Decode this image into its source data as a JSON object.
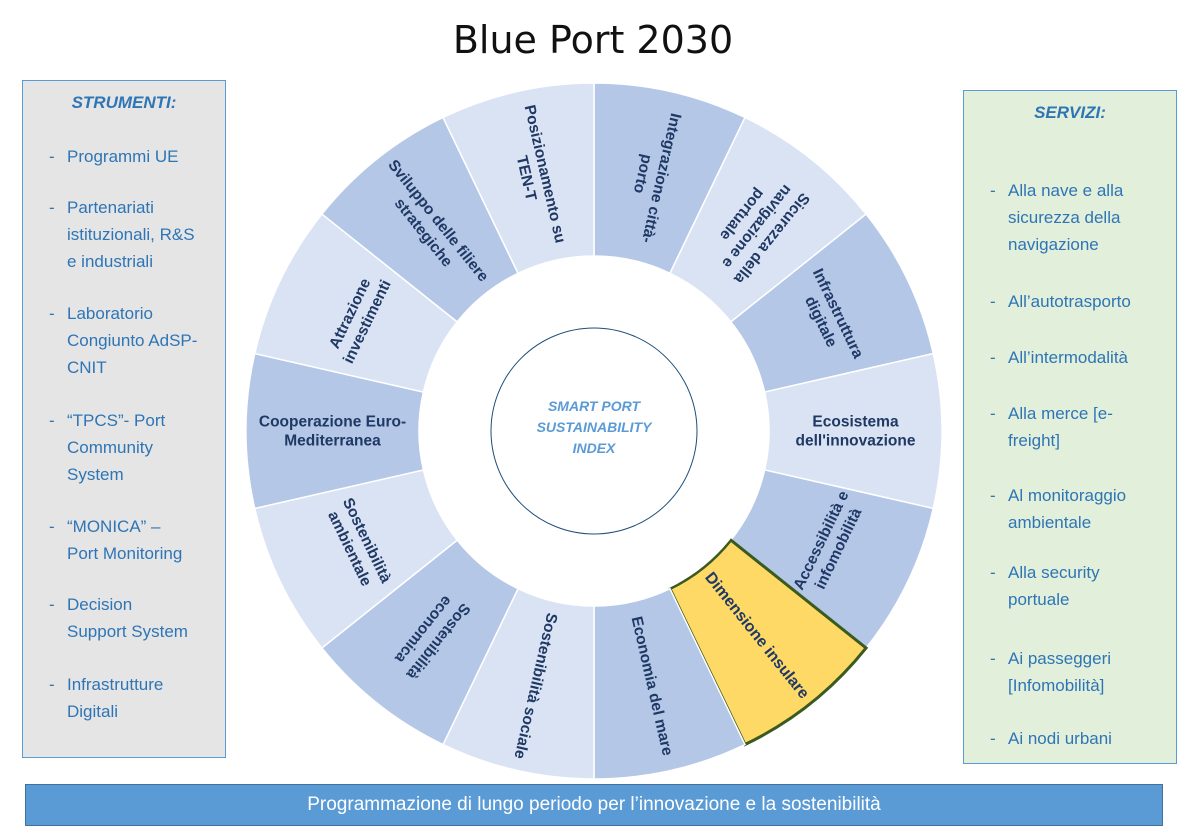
{
  "title": "Blue Port 2030",
  "left_panel": {
    "heading": "STRUMENTI:",
    "items": [
      {
        "dash": "-",
        "lines": [
          "Programmi UE"
        ]
      },
      {
        "dash": "-",
        "lines": [
          "Partenariati",
          "istituzionali, R&S",
          "e industriali"
        ]
      },
      {
        "dash": "-",
        "lines": [
          "Laboratorio",
          "Congiunto AdSP-",
          "CNIT"
        ]
      },
      {
        "dash": "-",
        "lines": [
          "“TPCS”- Port",
          "Community",
          "System"
        ]
      },
      {
        "dash": "-",
        "lines": [
          "“MONICA” –",
          "Port Monitoring"
        ]
      },
      {
        "dash": "-",
        "lines": [
          "Decision",
          "Support System"
        ]
      },
      {
        "dash": "-",
        "lines": [
          "Infrastrutture",
          "Digitali"
        ]
      }
    ]
  },
  "right_panel": {
    "heading": "SERVIZI:",
    "items": [
      {
        "dash": "-",
        "lines": [
          "Alla nave e alla",
          "sicurezza della",
          "navigazione"
        ]
      },
      {
        "dash": "-",
        "lines": [
          "All’autotrasporto"
        ]
      },
      {
        "dash": "-",
        "lines": [
          "All’intermodalità"
        ]
      },
      {
        "dash": "-",
        "lines": [
          "Alla merce [e-",
          "freight]"
        ]
      },
      {
        "dash": "-",
        "lines": [
          "Al monitoraggio",
          "ambientale"
        ]
      },
      {
        "dash": "-",
        "lines": [
          "Alla security",
          "portuale"
        ]
      },
      {
        "dash": "-",
        "lines": [
          "Ai passeggeri",
          "[Infomobilità]"
        ]
      },
      {
        "dash": "-",
        "lines": [
          "Ai nodi urbani"
        ]
      }
    ]
  },
  "center": {
    "lines": [
      "SMART PORT",
      "SUSTAINABILITY",
      "INDEX"
    ]
  },
  "segments": [
    {
      "id": "integrazione",
      "lines": [
        "Integrazione città-",
        "porto"
      ],
      "fill": "#b4c7e7",
      "rotate": "radial-in"
    },
    {
      "id": "sicurezza",
      "lines": [
        "Sicurezza della",
        "navigazione e",
        "portuale"
      ],
      "fill": "#dae3f3",
      "rotate": "radial-in"
    },
    {
      "id": "infrastruttura",
      "lines": [
        "Infrastruttura",
        "digitale"
      ],
      "fill": "#b4c7e7",
      "rotate": "tangent"
    },
    {
      "id": "ecosistema",
      "lines": [
        "Ecosistema",
        "dell'innovazione"
      ],
      "fill": "#dae3f3",
      "rotate": "tangent"
    },
    {
      "id": "accessibilita",
      "lines": [
        "Accessibilità e",
        "infomobilità"
      ],
      "fill": "#b4c7e7",
      "rotate": "tangent"
    },
    {
      "id": "dimensione",
      "lines": [
        "Dimensione insulare"
      ],
      "fill": "#ffd966",
      "stroke": "#3a5a1f",
      "highlight": true,
      "rotate": "radial-out"
    },
    {
      "id": "economia",
      "lines": [
        "Economia del mare"
      ],
      "fill": "#b4c7e7",
      "rotate": "radial-out"
    },
    {
      "id": "sociale",
      "lines": [
        "Sostenibilità sociale"
      ],
      "fill": "#dae3f3",
      "rotate": "radial-out"
    },
    {
      "id": "economica",
      "lines": [
        "Sostenibilità",
        "economica"
      ],
      "fill": "#b4c7e7",
      "rotate": "radial-out"
    },
    {
      "id": "ambientale",
      "lines": [
        "Sostenibilità",
        "ambientale"
      ],
      "fill": "#dae3f3",
      "rotate": "tangent"
    },
    {
      "id": "cooperazione",
      "lines": [
        "Cooperazione Euro-",
        "Mediterranea"
      ],
      "fill": "#b4c7e7",
      "rotate": "tangent"
    },
    {
      "id": "attrazione",
      "lines": [
        "Attrazione",
        "investimenti"
      ],
      "fill": "#dae3f3",
      "rotate": "tangent"
    },
    {
      "id": "sviluppo",
      "lines": [
        "Sviluppo delle filiere",
        "strategiche"
      ],
      "fill": "#b4c7e7",
      "rotate": "radial-in"
    },
    {
      "id": "posizionamento",
      "lines": [
        "Posizionamento su",
        "TEN-T"
      ],
      "fill": "#dae3f3",
      "rotate": "radial-in"
    }
  ],
  "footer": "Programmazione di lungo periodo per l’innovazione e la sostenibilità",
  "colors": {
    "text_dark": "#1f3864",
    "center_text": "#5b9bd5",
    "panel_text": "#2e75b6"
  }
}
